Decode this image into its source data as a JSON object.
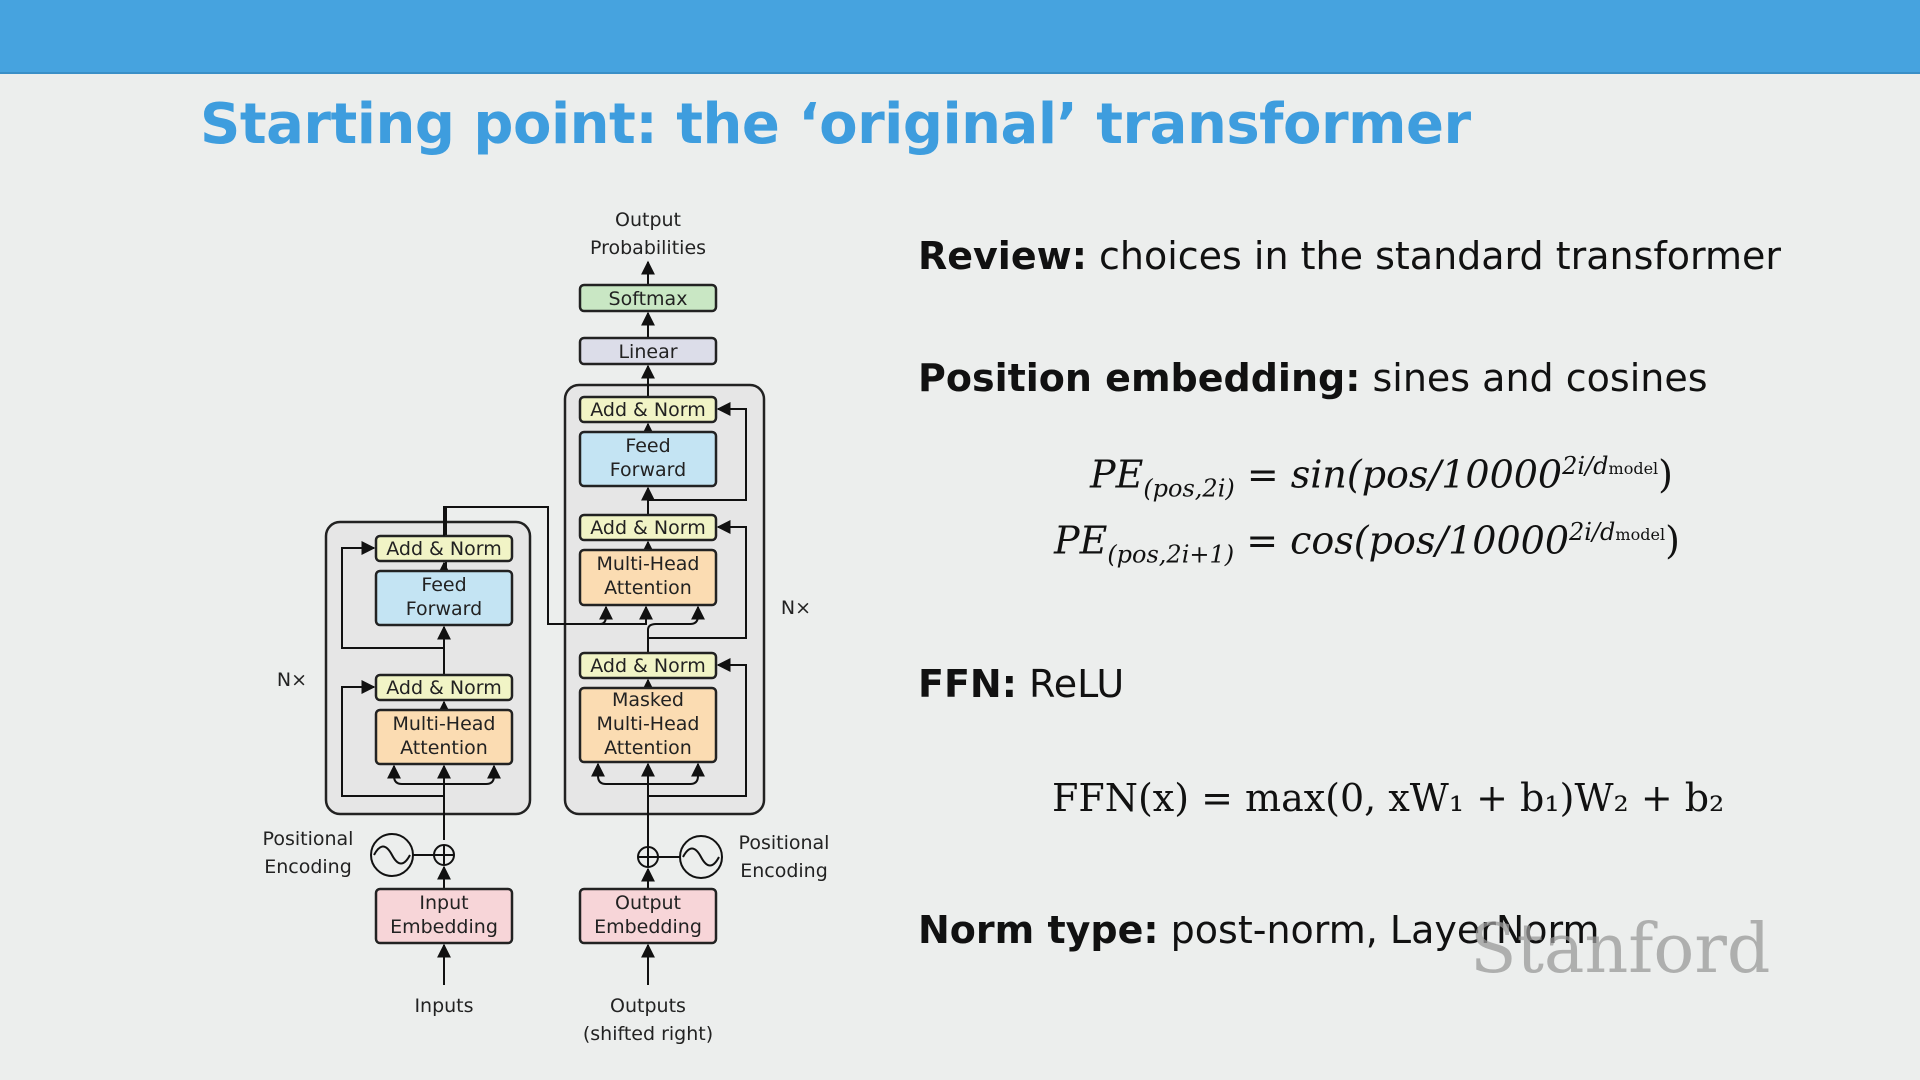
{
  "slide": {
    "title": "Starting point: the ‘original’ transformer",
    "watermark": "Stanford"
  },
  "diagram": {
    "output_probabilities_line1": "Output",
    "output_probabilities_line2": "Probabilities",
    "softmax": "Softmax",
    "linear": "Linear",
    "add_norm": "Add & Norm",
    "feed_forward_line1": "Feed",
    "feed_forward_line2": "Forward",
    "multi_head_line1": "Multi-Head",
    "multi_head_line2": "Attention",
    "masked_line1": "Masked",
    "masked_line2": "Multi-Head",
    "masked_line3": "Attention",
    "nx": "N×",
    "positional_line1": "Positional",
    "positional_line2": "Encoding",
    "input_embedding_line1": "Input",
    "input_embedding_line2": "Embedding",
    "output_embedding_line1": "Output",
    "output_embedding_line2": "Embedding",
    "inputs": "Inputs",
    "outputs_line1": "Outputs",
    "outputs_line2": "(shifted right)",
    "colors": {
      "add_norm": "#f1f4c6",
      "feed_forward": "#c4e4f3",
      "attention": "#fbdcb2",
      "embedding": "#f7d5d8",
      "softmax": "#c9e7c4",
      "linear": "#dcdde9",
      "block_bg": "#e8e8e8"
    }
  },
  "review": {
    "label": "Review:",
    "text": " choices in the standard transformer"
  },
  "position": {
    "label": "Position embedding:",
    "text": " sines and cosines"
  },
  "eq1": {
    "lhs": "PE",
    "lhs_sub": "(pos,2i)",
    "rhs_fn": "sin",
    "rhs_arg": "(pos/10000",
    "sup": "2i/d",
    "sup_sub": "model",
    "close": ")"
  },
  "eq2": {
    "lhs": "PE",
    "lhs_sub": "(pos,2i+1)",
    "rhs_fn": "cos",
    "rhs_arg": "(pos/10000",
    "sup": "2i/d",
    "sup_sub": "model",
    "close": ")"
  },
  "ffn": {
    "label": "FFN:",
    "text": " ReLU"
  },
  "ffn_eq": {
    "text": "FFN(x) = max(0, xW₁ + b₁)W₂ + b₂"
  },
  "norm": {
    "label": "Norm type:",
    "text": " post-norm, LayerNorm"
  }
}
